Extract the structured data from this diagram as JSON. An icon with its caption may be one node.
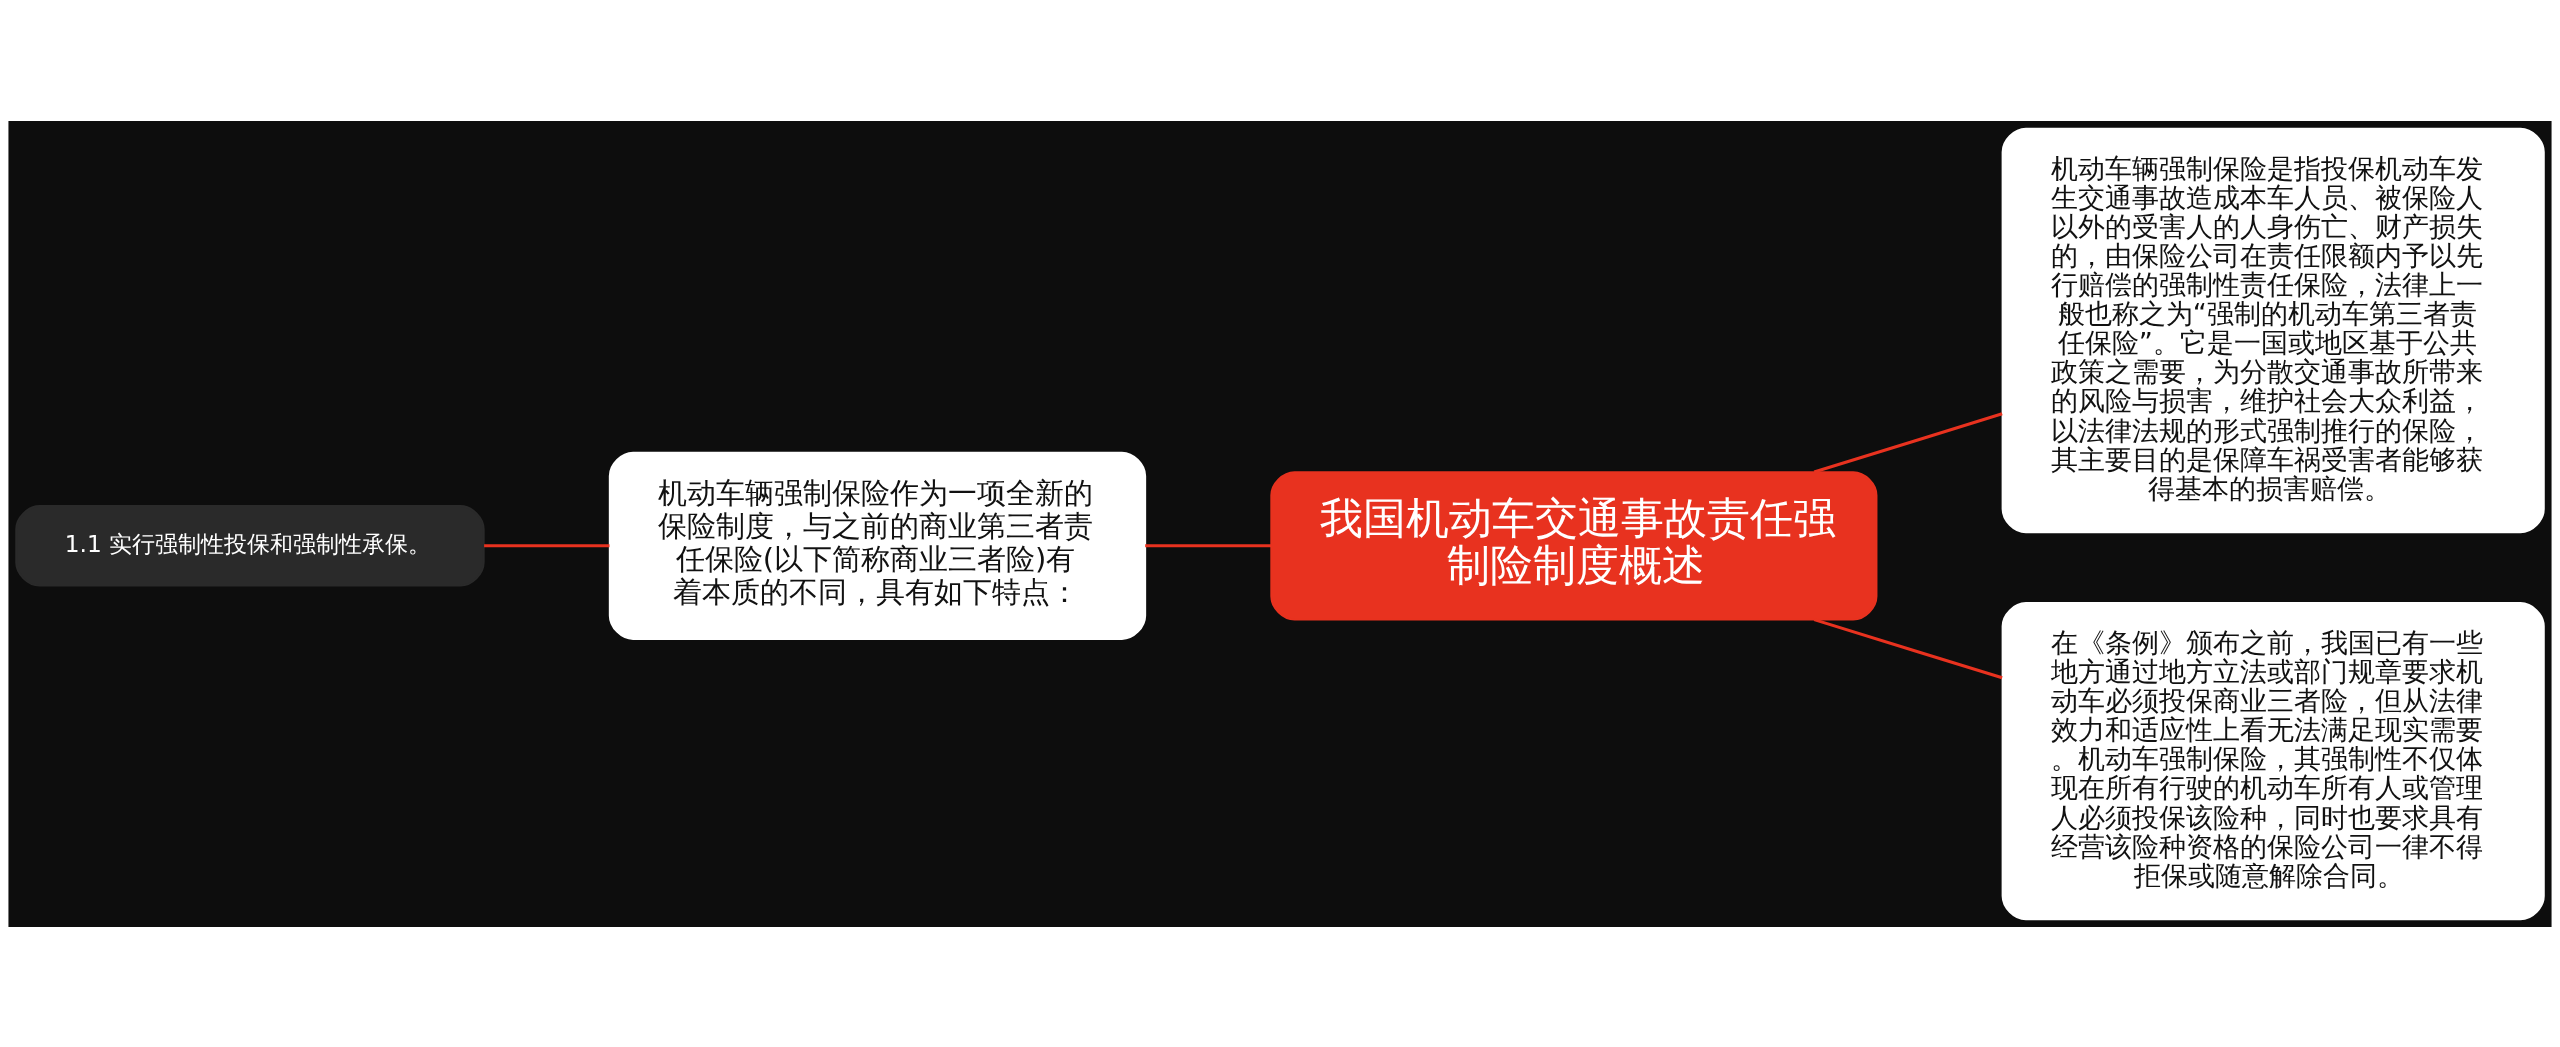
{
  "diagram": {
    "nodes": [
      {
        "text": [
          "我国机动车交通事故责任强制险制度概述"
        ]
      },
      {
        "text": [
          "机动车辆强制保险作为一项全新的保险制度，与之前的商业第三者责任保险(以下简称商业三者险)有着本质的不同，具有如下特点："
        ]
      },
      {
        "text": [
          "1.1 实行强制性投保和强制性承保。"
        ]
      },
      {
        "text": [
          "机动车辆强制保险是指投保机动车发生交通事故造成本车人员、被保险人以外的受害人的人身伤亡、财产损失的，由保险公司在责任限额内予以先行赔偿的强制性责任保险，法律上一般也称之为“强制的机动车第三者责任保险”。它是一国或地区基于公共政策之需要，为分散交通事故所带来的风险与损害，维护社会大众利益，以法律法规的形式强制推行的保险，其主要目的是保障车祸受害者能够获得基本的损害赔偿。"
        ]
      },
      {
        "text": [
          "在《条例》颁布之前，我国已有一些地方通过地方立法或部门规章要求机动车必须投保商业三者险，但从法律效力和适应性上看无法满足现实需要。机动车强制保险，其强制性不仅体现在所有行驶的机动车所有人或管理人必须投保该险种，同时也要求具有经营该险种资格的保险公司一律不得拒保或随意解除合同。"
        ]
      }
    ],
    "edges": [
      {
        "from": 0,
        "to": 1,
        "arrow": "none"
      },
      {
        "from": 1,
        "to": 2,
        "arrow": "none"
      },
      {
        "from": 0,
        "to": 3,
        "arrow": "none"
      },
      {
        "from": 0,
        "to": 4,
        "arrow": "none"
      }
    ]
  }
}
